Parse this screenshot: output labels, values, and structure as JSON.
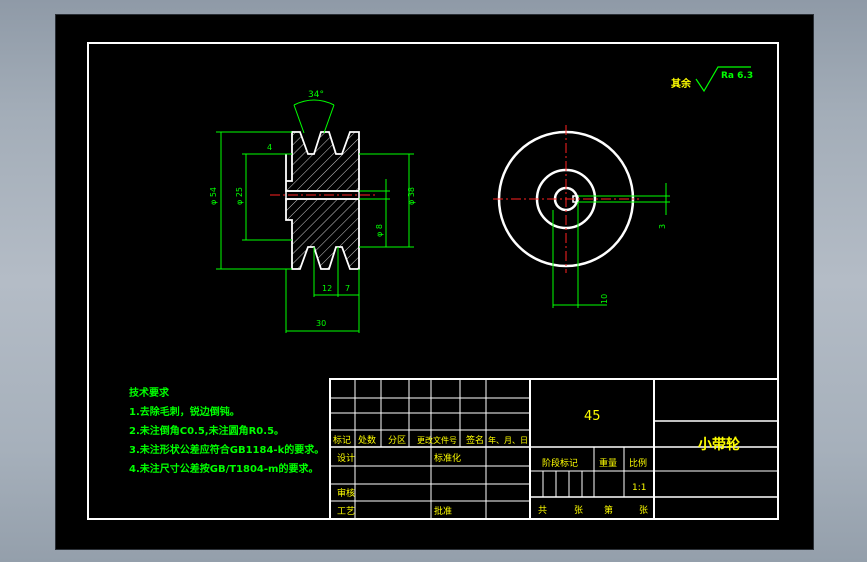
{
  "drawing": {
    "material": "45",
    "part_name": "小带轮",
    "scale": "1:1",
    "roughness": {
      "prefix": "其余",
      "value": "Ra 6.3"
    }
  },
  "tech_requirements": {
    "title": "技术要求",
    "items": [
      "1.去除毛刺，锐边倒钝。",
      "2.未注倒角C0.5,未注圆角R0.5。",
      "3.未注形状公差应符合GB1184-k的要求。",
      "4.未注尺寸公差按GB/T1804-m的要求。"
    ]
  },
  "dimensions": {
    "groove_angle": "34°",
    "outer_dia": "φ 54",
    "inner_dia": "φ 25",
    "hub_dia": "φ 38",
    "bore_dia": "φ 8",
    "chamfer": "4",
    "groove_pitch": "12",
    "groove_edge": "7",
    "total_width": "30",
    "key_width": "10",
    "key_depth": "3"
  },
  "title_block": {
    "col_headers": [
      "标记",
      "处数",
      "分区",
      "更改文件号",
      "签名",
      "年、月、日"
    ],
    "design": "设计",
    "standardize": "标准化",
    "stage_mark": "阶段标记",
    "weight": "重量",
    "ratio": "比例",
    "review": "审核",
    "process": "工艺",
    "approve": "批准",
    "total": "共",
    "sheet_unit_1": "张",
    "page": "第",
    "sheet_unit_2": "张"
  }
}
